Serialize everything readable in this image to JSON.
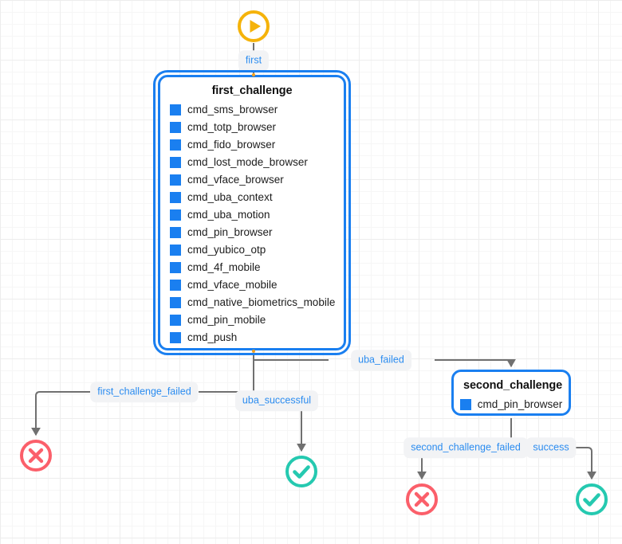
{
  "canvas": {
    "grid": true,
    "background_color": "#ffffff",
    "grid_color": "#ededed"
  },
  "palette": {
    "node_blue": "#1a7ff0",
    "label_blue": "#2b8cf0",
    "label_pill_bg": "#f2f3f5",
    "start_amber": "#f5b30a",
    "fail_red": "#fb5f6a",
    "success_teal": "#25c9b0",
    "edge_gray": "#707070",
    "anchor_orange": "#f0a020"
  },
  "nodes": {
    "start": {
      "icon": "play-circle-icon",
      "color": "#f5b30a"
    },
    "first_challenge": {
      "title": "first_challenge",
      "selected": true,
      "commands": [
        "cmd_sms_browser",
        "cmd_totp_browser",
        "cmd_fido_browser",
        "cmd_lost_mode_browser",
        "cmd_vface_browser",
        "cmd_uba_context",
        "cmd_uba_motion",
        "cmd_pin_browser",
        "cmd_yubico_otp",
        "cmd_4f_mobile",
        "cmd_vface_mobile",
        "cmd_native_biometrics_mobile",
        "cmd_pin_mobile",
        "cmd_push"
      ]
    },
    "second_challenge": {
      "title": "second_challenge",
      "selected": false,
      "commands": [
        "cmd_pin_browser"
      ]
    },
    "fail_1": {
      "icon": "x-circle-icon",
      "color": "#fb5f6a"
    },
    "ok_1": {
      "icon": "check-circle-icon",
      "color": "#25c9b0"
    },
    "fail_2": {
      "icon": "x-circle-icon",
      "color": "#fb5f6a"
    },
    "ok_2": {
      "icon": "check-circle-icon",
      "color": "#25c9b0"
    }
  },
  "edges": {
    "first": "first",
    "first_challenge_failed": "first_challenge_failed",
    "uba_successful": "uba_successful",
    "uba_failed": "uba_failed",
    "second_challenge_failed": "second_challenge_failed",
    "success": "success"
  }
}
